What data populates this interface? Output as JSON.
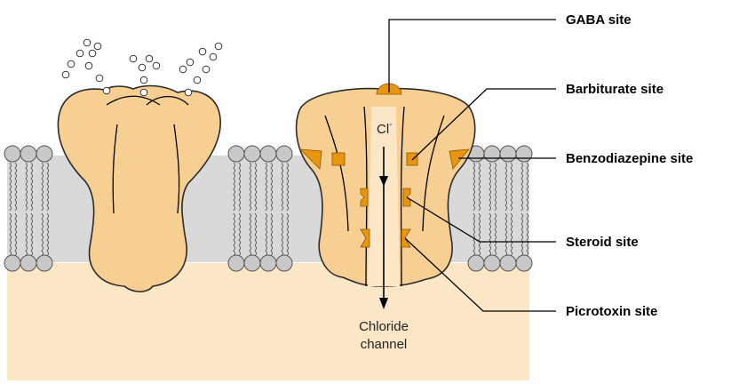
{
  "labels": {
    "gaba": "GABA site",
    "barbiturate": "Barbiturate site",
    "benzodiazepine": "Benzodiazepine site",
    "steroid": "Steroid site",
    "picrotoxin": "Picrotoxin site"
  },
  "ion": {
    "symbol": "Cl",
    "charge": "-"
  },
  "channel": {
    "line1": "Chloride",
    "line2": "channel"
  },
  "colors": {
    "protein": "#f7cf92",
    "site": "#e8960f",
    "cytoplasm": "#fbe6c6",
    "membrane_band": "#d9d9d9",
    "lipid_head": "#c8c8c8"
  }
}
